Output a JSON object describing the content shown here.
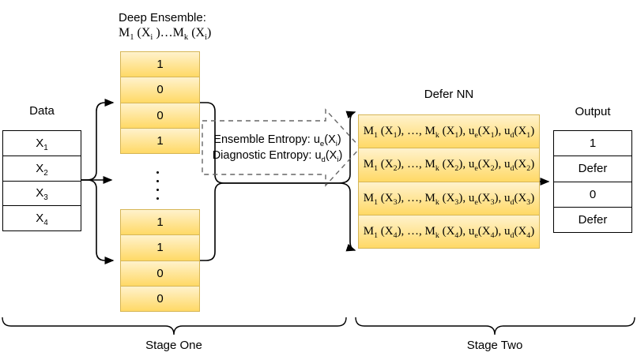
{
  "colors": {
    "cell_gradient_top": "#FFF2CC",
    "cell_gradient_bottom": "#FFD966",
    "cell_border": "#D6B656",
    "plain_border": "#000000",
    "line_color": "#000000",
    "dashed_color": "#666666"
  },
  "deep_ensemble": {
    "title_line1": "Deep Ensemble:",
    "title_line2_html": "M<sub>1</sub> (X<sub>i</sub> )&#8230;M<sub>k</sub> (X<sub>i</sub>)",
    "top_table": {
      "rows": [
        "1",
        "0",
        "0",
        "1"
      ]
    },
    "bottom_table": {
      "rows": [
        "1",
        "1",
        "0",
        "0"
      ]
    }
  },
  "data_block": {
    "label": "Data",
    "rows_html": [
      "X<sub>1</sub>",
      "X<sub>2</sub>",
      "X<sub>3</sub>",
      "X<sub>4</sub>"
    ]
  },
  "entropy_note": {
    "line1_html": "Ensemble Entropy: u<sub>e</sub>(X<sub>i</sub>)",
    "line2_html": "Diagnostic Entropy: u<sub>d</sub>(X<sub>i</sub>)"
  },
  "defer_nn": {
    "label": "Defer NN",
    "rows_html": [
      "M<sub>1</sub> (X<sub>1</sub>), &#8230;, M<sub>k</sub> (X<sub>1</sub>), u<sub>e</sub>(X<sub>1</sub>), u<sub>d</sub>(X<sub>1</sub>)",
      "M<sub>1</sub> (X<sub>2</sub>), &#8230;, M<sub>k</sub> (X<sub>2</sub>), u<sub>e</sub>(X<sub>2</sub>), u<sub>d</sub>(X<sub>2</sub>)",
      "M<sub>1</sub> (X<sub>3</sub>), &#8230;, M<sub>k</sub> (X<sub>3</sub>), u<sub>e</sub>(X<sub>3</sub>), u<sub>d</sub>(X<sub>3</sub>)",
      "M<sub>1</sub> (X<sub>4</sub>), &#8230;, M<sub>k</sub> (X<sub>4</sub>), u<sub>e</sub>(X<sub>4</sub>), u<sub>d</sub>(X<sub>4</sub>)"
    ]
  },
  "output_block": {
    "label": "Output",
    "rows": [
      "1",
      "Defer",
      "0",
      "Defer"
    ]
  },
  "stages": {
    "stage_one": "Stage One",
    "stage_two": "Stage Two"
  }
}
